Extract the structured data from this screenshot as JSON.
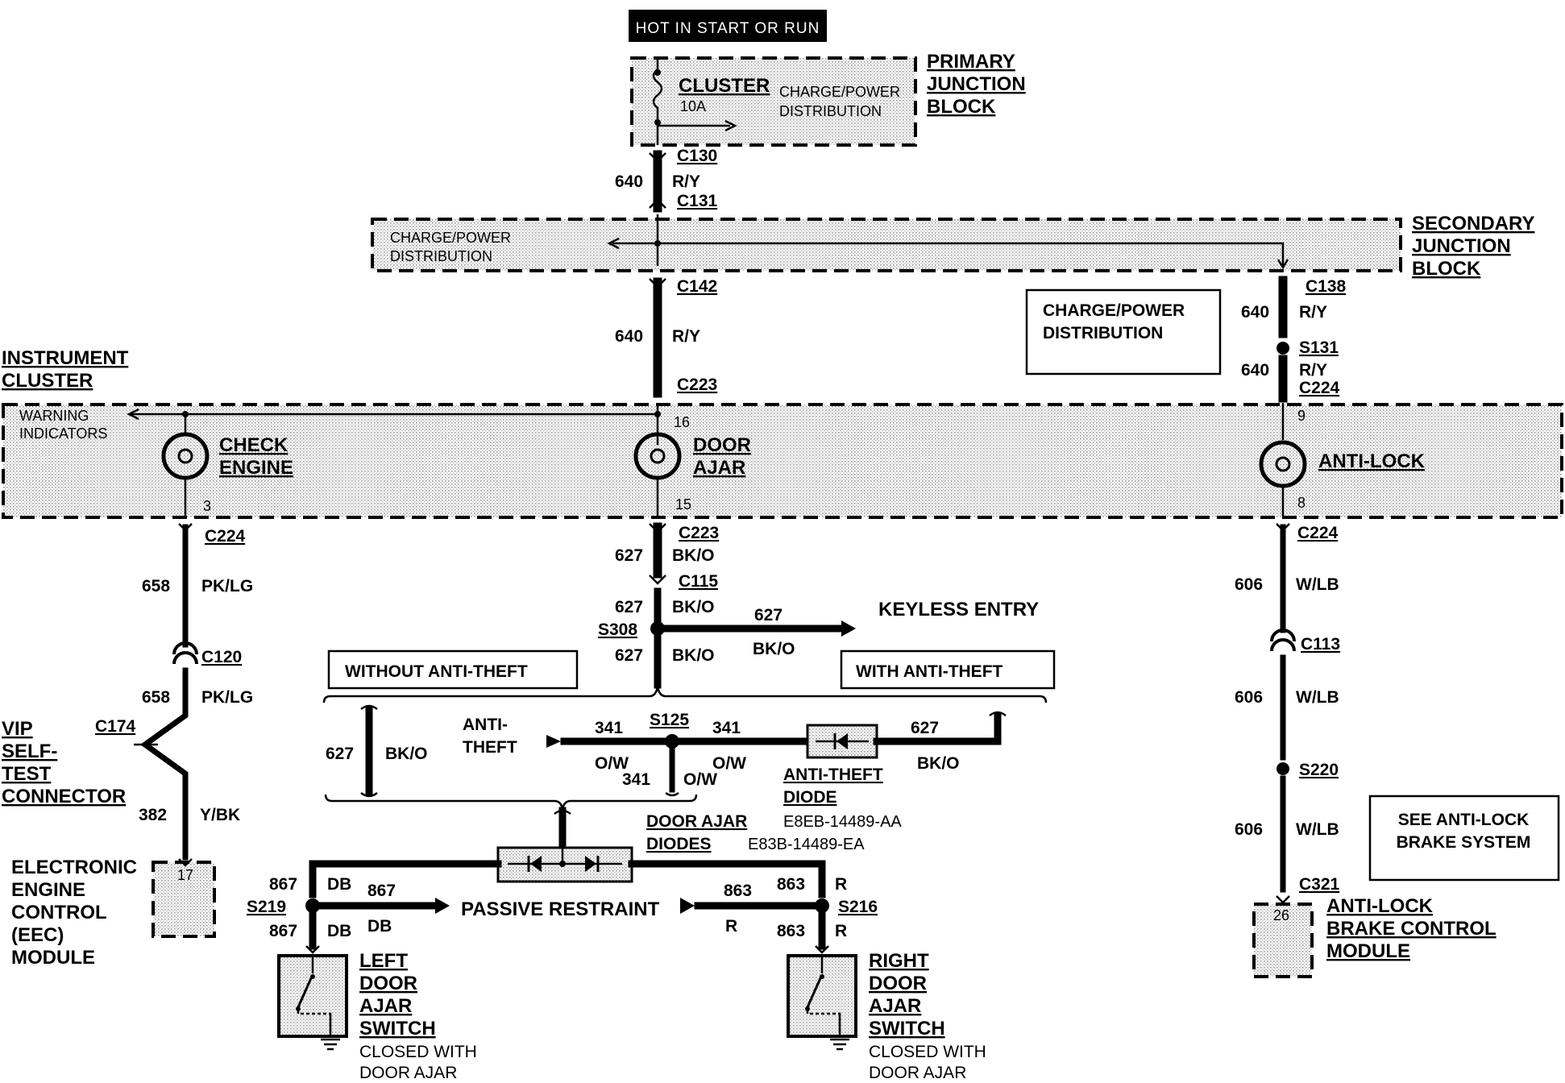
{
  "header": {
    "hot_label": "HOT IN START OR RUN"
  },
  "primary_junction": {
    "title": [
      "PRIMARY",
      "JUNCTION",
      "BLOCK"
    ],
    "fuse_name": "CLUSTER",
    "fuse_rating": "10A",
    "distribution": [
      "CHARGE/POWER",
      "DISTRIBUTION"
    ]
  },
  "secondary_junction": {
    "title": [
      "SECONDARY",
      "JUNCTION",
      "BLOCK"
    ],
    "distribution": [
      "CHARGE/POWER",
      "DISTRIBUTION"
    ]
  },
  "charge_power_box": [
    "CHARGE/POWER",
    "DISTRIBUTION"
  ],
  "instrument_cluster": {
    "title": [
      "INSTRUMENT",
      "CLUSTER"
    ],
    "warning": [
      "WARNING",
      "INDICATORS"
    ],
    "check_engine": [
      "CHECK",
      "ENGINE"
    ],
    "door_ajar": [
      "DOOR",
      "AJAR"
    ],
    "anti_lock": "ANTI-LOCK",
    "pins": {
      "p16": "16",
      "p15": "15",
      "p3": "3",
      "p9": "9",
      "p8": "8"
    }
  },
  "connectors": {
    "c130": "C130",
    "c131": "C131",
    "c142": "C142",
    "c223_top": "C223",
    "c223_bot": "C223",
    "c115": "C115",
    "c224_left": "C224",
    "c120": "C120",
    "c174": "C174",
    "c138": "C138",
    "c224_right_top": "C224",
    "c224_right_bot": "C224",
    "c113": "C113",
    "c321": "C321"
  },
  "splices": {
    "s131": "S131",
    "s308": "S308",
    "s125": "S125",
    "s219": "S219",
    "s216": "S216",
    "s220": "S220"
  },
  "wires": {
    "w640a": {
      "num": "640",
      "color": "R/Y"
    },
    "w640b": {
      "num": "640",
      "color": "R/Y"
    },
    "w640c": {
      "num": "640",
      "color": "R/Y"
    },
    "w640d": {
      "num": "640",
      "color": "R/Y"
    },
    "w627a": {
      "num": "627",
      "color": "BK/O"
    },
    "w627b": {
      "num": "627",
      "color": "BK/O"
    },
    "w627c": {
      "num": "627",
      "color": "BK/O"
    },
    "w627k": {
      "num": "627",
      "color": "BK/O"
    },
    "w627left": {
      "num": "627",
      "color": "BK/O"
    },
    "w627right": {
      "num": "627",
      "color": "BK/O"
    },
    "w658a": {
      "num": "658",
      "color": "PK/LG"
    },
    "w658b": {
      "num": "658",
      "color": "PK/LG"
    },
    "w382": {
      "num": "382",
      "color": "Y/BK"
    },
    "w606a": {
      "num": "606",
      "color": "W/LB"
    },
    "w606b": {
      "num": "606",
      "color": "W/LB"
    },
    "w606c": {
      "num": "606",
      "color": "W/LB"
    },
    "w341a": {
      "num": "341",
      "color": "O/W"
    },
    "w341b": {
      "num": "341",
      "color": "O/W"
    },
    "w341c": {
      "num": "341",
      "color": "O/W"
    },
    "w867a": {
      "num": "867",
      "color": "DB"
    },
    "w867b": {
      "num": "867",
      "color": "DB"
    },
    "w867c": {
      "num": "867",
      "color": "DB"
    },
    "w863a": {
      "num": "863",
      "color": "R"
    },
    "w863b": {
      "num": "863",
      "color": "R"
    },
    "w863c": {
      "num": "863",
      "color": "R"
    }
  },
  "labels": {
    "keyless_entry": "KEYLESS ENTRY",
    "without_anti_theft": "WITHOUT ANTI-THEFT",
    "with_anti_theft": "WITH ANTI-THEFT",
    "anti_theft": [
      "ANTI-",
      "THEFT"
    ],
    "anti_theft_diode": [
      "ANTI-THEFT",
      "DIODE"
    ],
    "anti_theft_diode_part": "E8EB-14489-AA",
    "door_ajar_diodes": [
      "DOOR AJAR",
      "DIODES"
    ],
    "door_ajar_diodes_part": "E83B-14489-EA",
    "passive_restraint": "PASSIVE RESTRAINT",
    "vip": [
      "VIP",
      "SELF-",
      "TEST",
      "CONNECTOR"
    ],
    "eec": [
      "ELECTRONIC",
      "ENGINE",
      "CONTROL",
      "(EEC)",
      "MODULE"
    ],
    "eec_pin": "17",
    "see_abs": [
      "SEE ANTI-LOCK",
      "BRAKE SYSTEM"
    ],
    "abs_module": [
      "ANTI-LOCK",
      "BRAKE CONTROL",
      "MODULE"
    ],
    "abs_pin": "26",
    "left_switch": [
      "LEFT",
      "DOOR",
      "AJAR",
      "SWITCH"
    ],
    "right_switch": [
      "RIGHT",
      "DOOR",
      "AJAR",
      "SWITCH"
    ],
    "closed_with": [
      "CLOSED WITH",
      "DOOR AJAR"
    ],
    "closed_with_r": [
      "CLOSED WITH",
      "DOOR AJAR"
    ]
  }
}
